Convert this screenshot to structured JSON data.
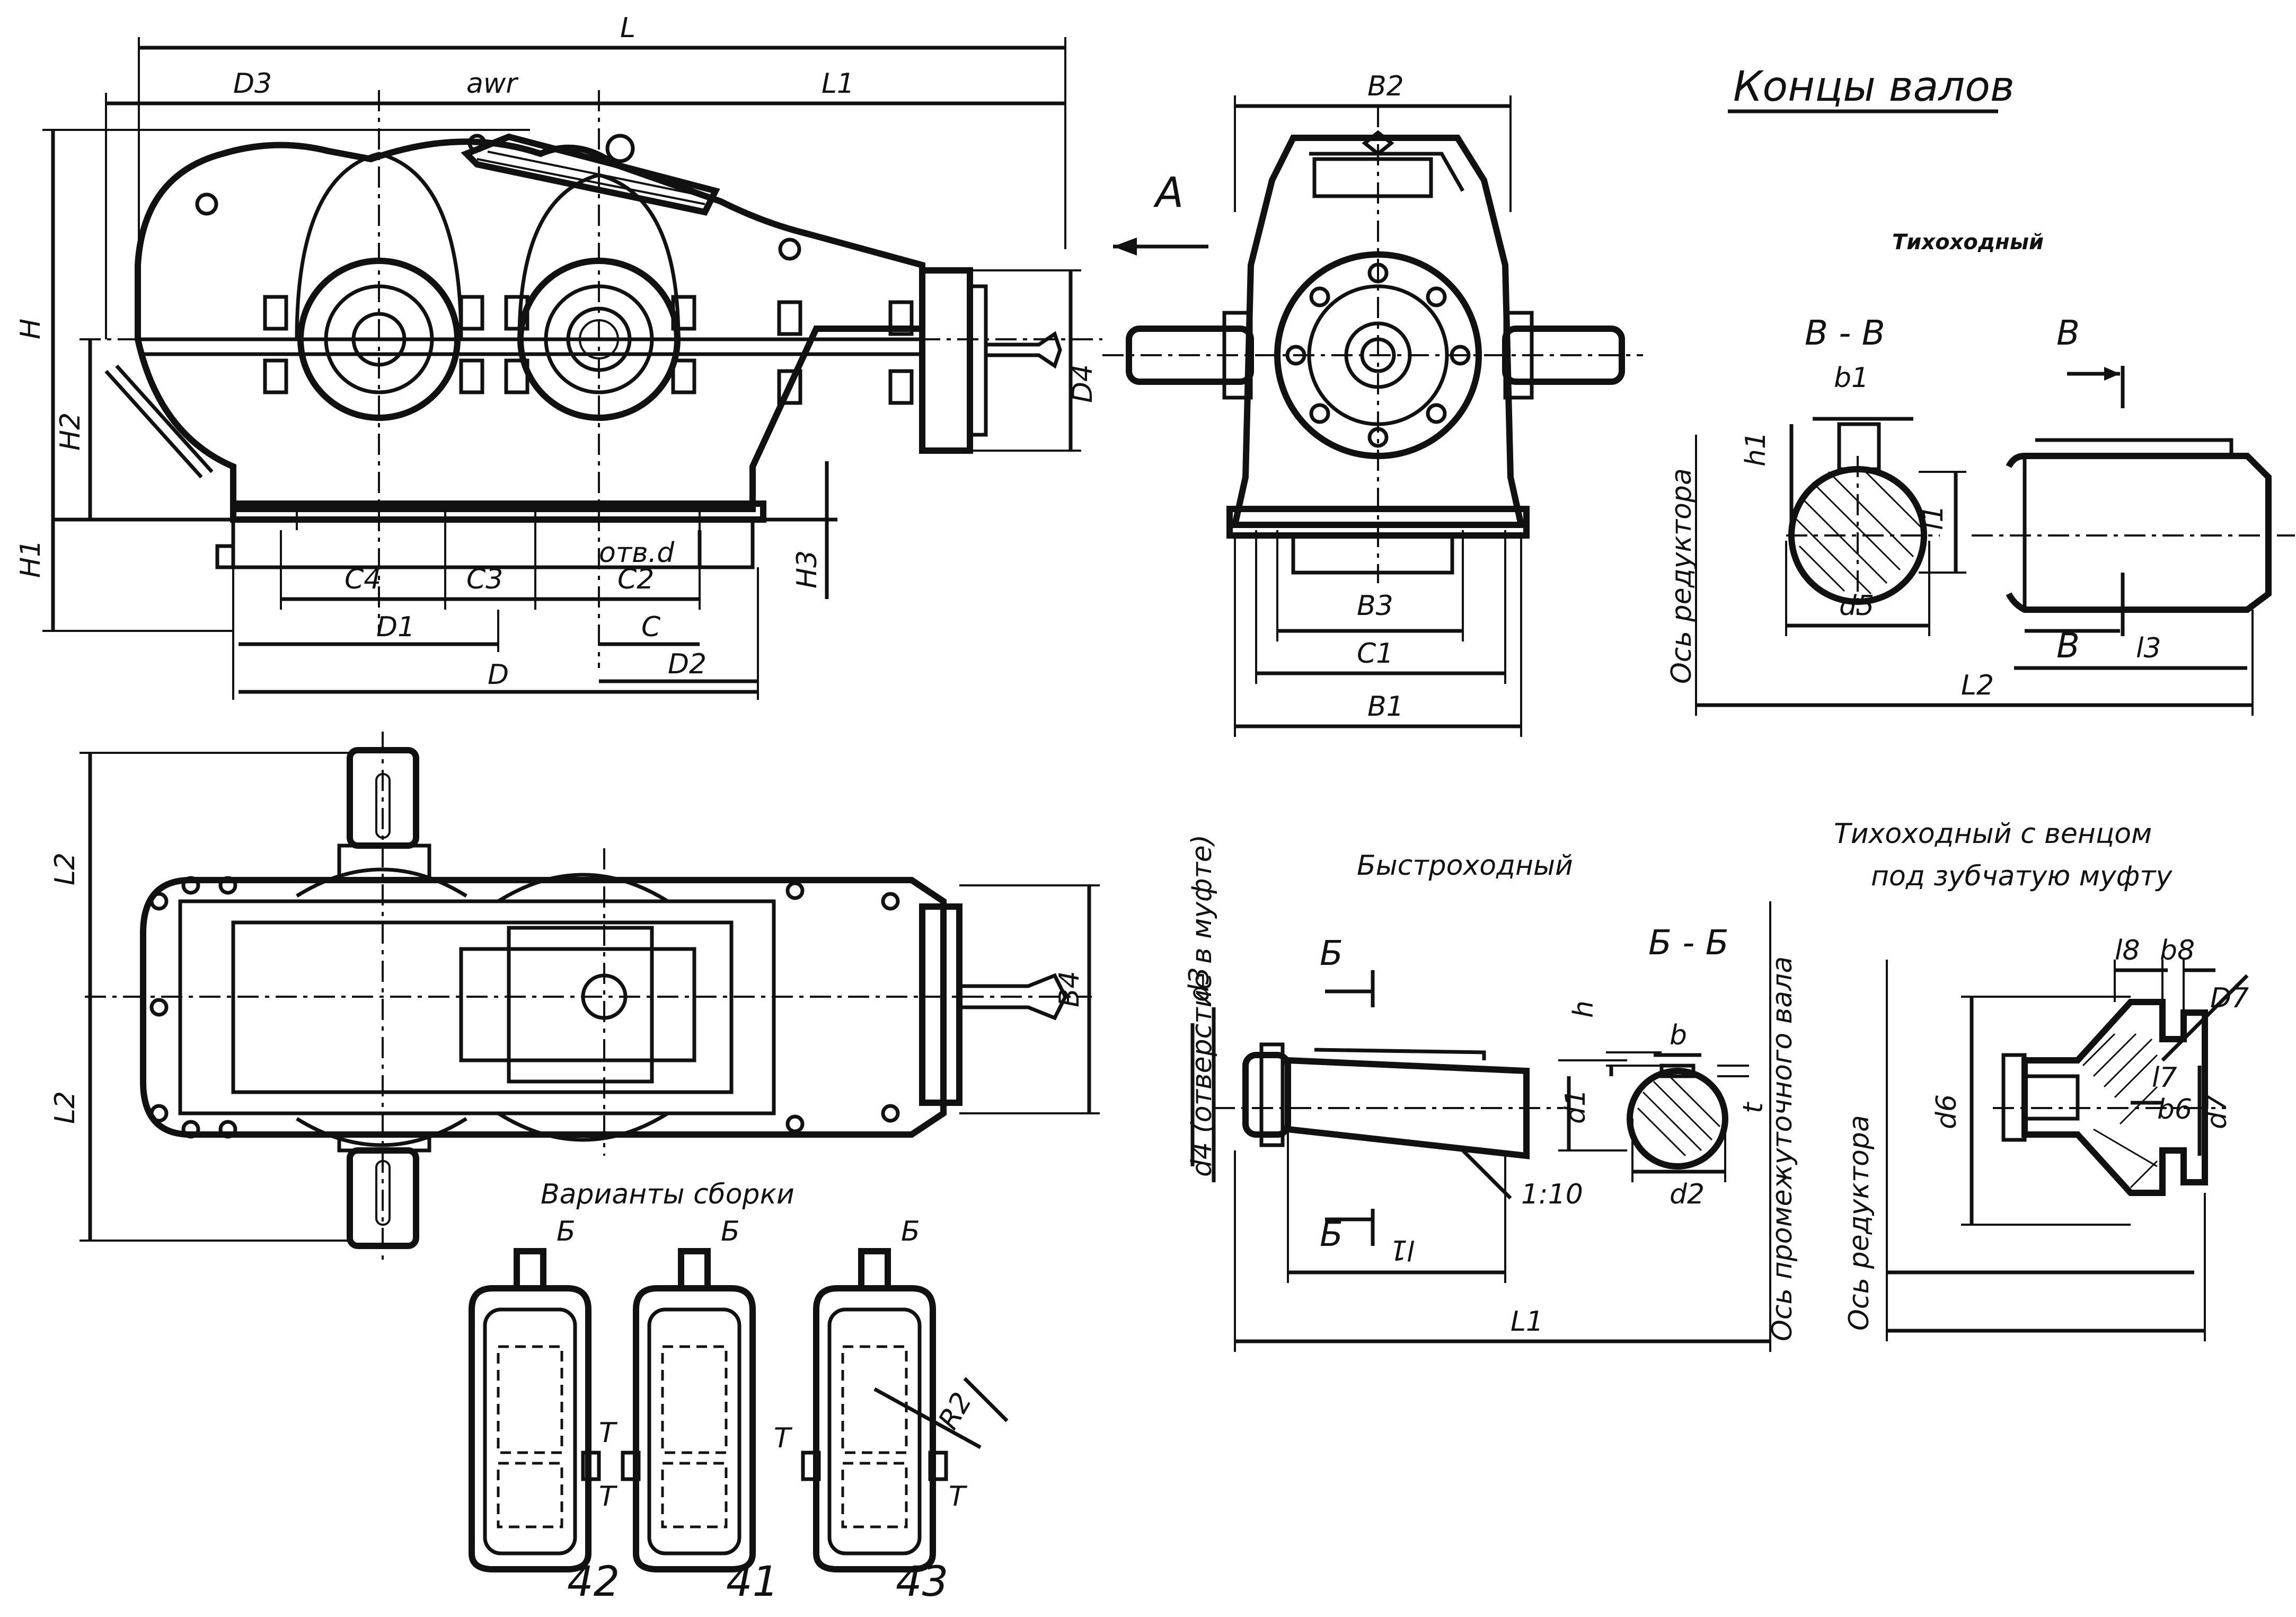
{
  "labels": {
    "L": "L",
    "D3": "D3",
    "awr": "awr",
    "L1_top": "L1",
    "H": "H",
    "H2": "H2",
    "H1": "H1",
    "D4": "D4",
    "H3": "H3",
    "C4": "C4",
    "C3": "C3",
    "C2": "C2",
    "otv_d": "отв.d",
    "D1": "D1",
    "C": "C",
    "D2": "D2",
    "D": "D",
    "B2": "B2",
    "A": "A",
    "B3": "B3",
    "C1": "C1",
    "B1": "B1",
    "L2_upper": "L2",
    "L2_lower": "L2",
    "B4": "B4"
  },
  "shaft_ends": {
    "title": "Концы валов",
    "slow": {
      "title": "Тихоходный",
      "section": "В - В",
      "view_mark": "В",
      "b1": "b1",
      "h1": "h1",
      "l1": "l1",
      "d5": "d5",
      "l2": "L2",
      "l3": "l3",
      "axis": "Ось редуктора"
    },
    "fast": {
      "title": "Быстроходный",
      "section": "Б - Б",
      "mark": "Б",
      "d3": "d3",
      "d4_note": "d4 (отверстие в муфте)",
      "h": "h",
      "b": "b",
      "t": "t",
      "d1": "d1",
      "d2": "d2",
      "l1": "l1",
      "taper": "1:10",
      "L1": "L1",
      "axis": "Ось промежуточного вала"
    },
    "coupling": {
      "title_line1": "Тихоходный с венцом",
      "title_line2": "под зубчатую муфту",
      "l8": "l8",
      "b8": "b8",
      "D7": "D7",
      "d6": "d6",
      "d7": "d7",
      "l7": "l7",
      "b6": "b6",
      "axis": "Ось редуктора"
    }
  },
  "assembly": {
    "title": "Варианты сборки",
    "shaft_mark": "Б",
    "output_mark": "Т",
    "R2": "R2",
    "variants": [
      "42",
      "41",
      "43"
    ]
  }
}
